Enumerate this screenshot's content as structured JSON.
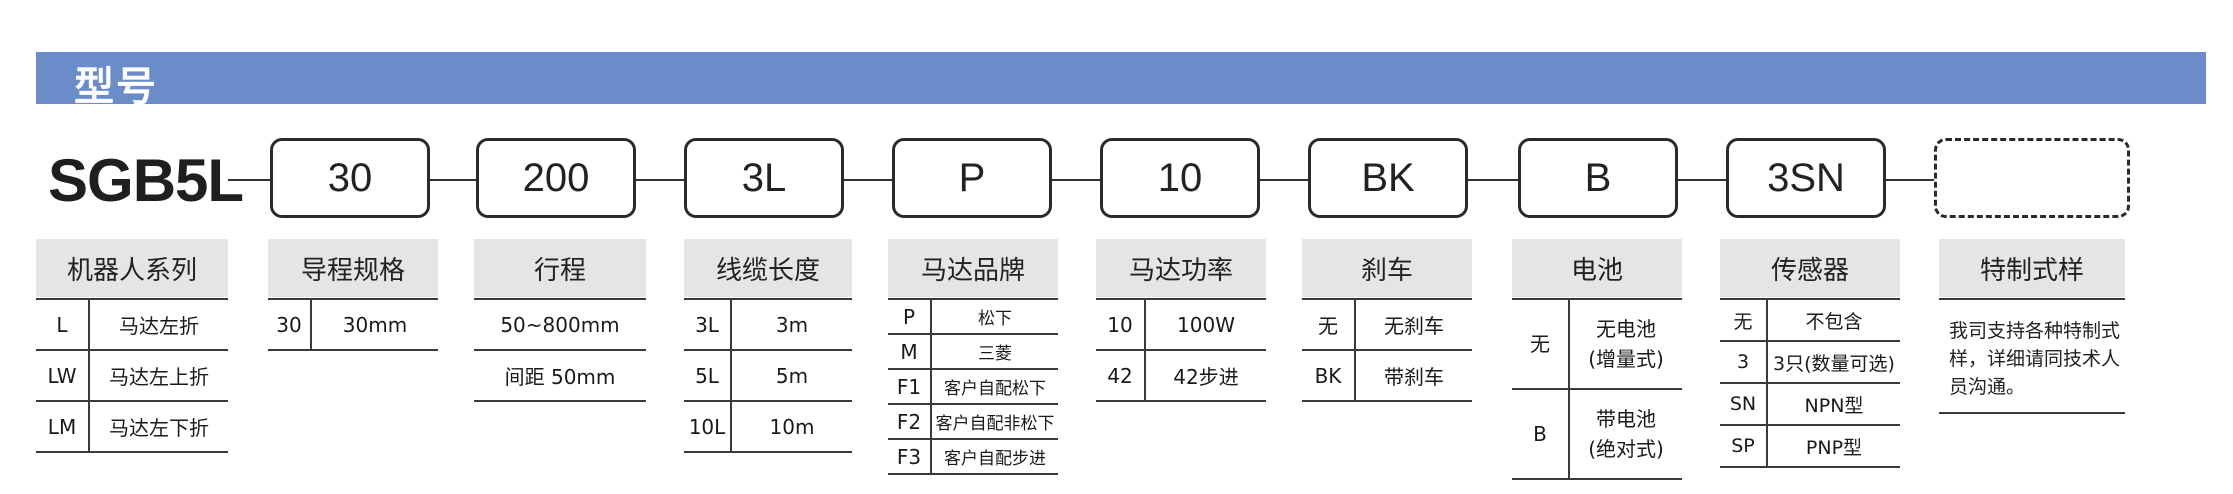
{
  "banner": {
    "title": "型号"
  },
  "model": {
    "prefix": "SGB5L",
    "codes": [
      "30",
      "200",
      "3L",
      "P",
      "10",
      "BK",
      "B",
      "3SN",
      ""
    ]
  },
  "columns": [
    {
      "head": "机器人系列",
      "rows": [
        {
          "k": "L",
          "v": "马达左折"
        },
        {
          "k": "LW",
          "v": "马达左上折"
        },
        {
          "k": "LM",
          "v": "马达左下折"
        }
      ]
    },
    {
      "head": "导程规格",
      "rows": [
        {
          "k": "30",
          "v": "30mm"
        }
      ]
    },
    {
      "head": "行程",
      "rows": [
        {
          "v": "50~800mm"
        },
        {
          "v": "间距 50mm"
        }
      ]
    },
    {
      "head": "线缆长度",
      "rows": [
        {
          "k": "3L",
          "v": "3m"
        },
        {
          "k": "5L",
          "v": "5m"
        },
        {
          "k": "10L",
          "v": "10m"
        }
      ]
    },
    {
      "head": "马达品牌",
      "rows": [
        {
          "k": "P",
          "v": "松下"
        },
        {
          "k": "M",
          "v": "三菱"
        },
        {
          "k": "F1",
          "v": "客户自配松下"
        },
        {
          "k": "F2",
          "v": "客户自配非松下"
        },
        {
          "k": "F3",
          "v": "客户自配步进"
        }
      ]
    },
    {
      "head": "马达功率",
      "rows": [
        {
          "k": "10",
          "v": "100W"
        },
        {
          "k": "42",
          "v": "42步进"
        }
      ]
    },
    {
      "head": "刹车",
      "rows": [
        {
          "k": "无",
          "v": "无刹车"
        },
        {
          "k": "BK",
          "v": "带刹车"
        }
      ]
    },
    {
      "head": "电池",
      "rows": [
        {
          "k": "无",
          "v1": "无电池",
          "v2": "(增量式)"
        },
        {
          "k": "B",
          "v1": "带电池",
          "v2": "(绝对式)"
        }
      ]
    },
    {
      "head": "传感器",
      "rows": [
        {
          "k": "无",
          "v": "不包含"
        },
        {
          "k": "3",
          "v": "3只(数量可选)"
        },
        {
          "k": "SN",
          "v": "NPN型"
        },
        {
          "k": "SP",
          "v": "PNP型"
        }
      ]
    },
    {
      "head": "特制式样",
      "note": "我司支持各种特制式样，详细请同技术人员沟通。"
    }
  ]
}
